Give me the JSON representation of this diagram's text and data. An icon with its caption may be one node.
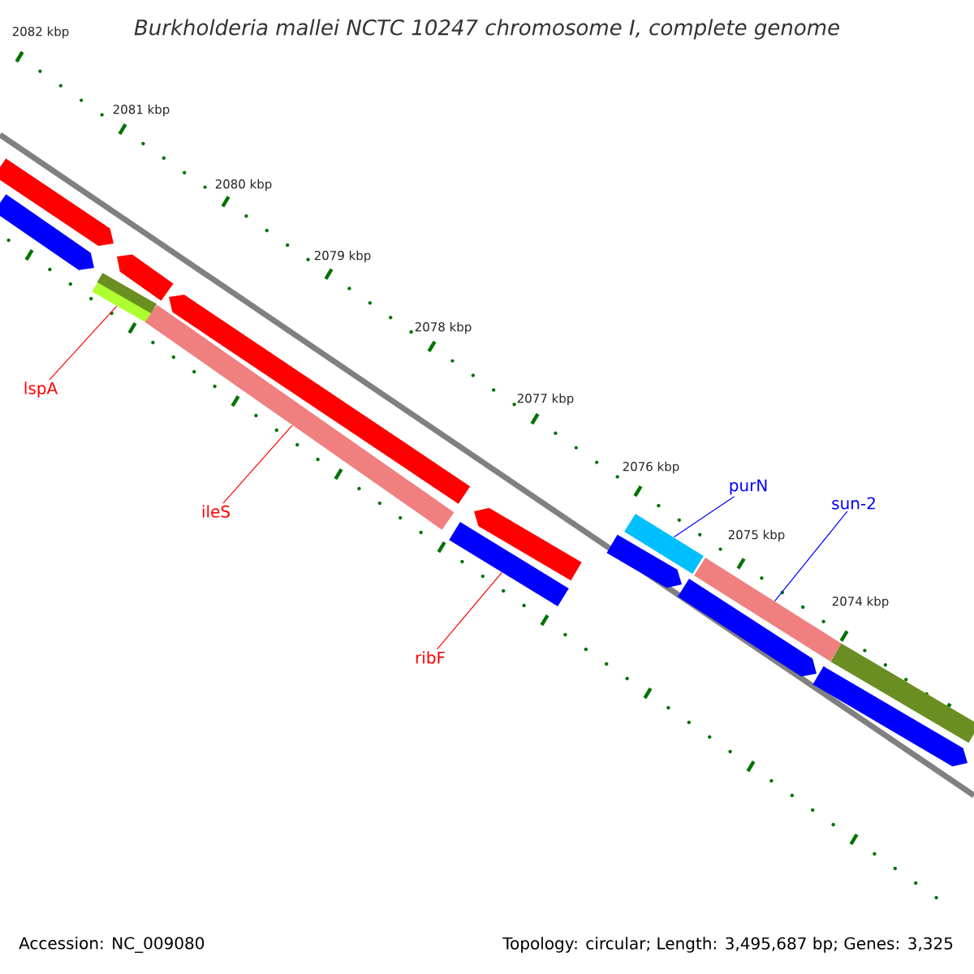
{
  "diagram": {
    "title": "Burkholderia mallei NCTC 10247 chromosome I, complete genome",
    "nodes": [
      {
        "text": [
          "lspA"
        ]
      },
      {
        "text": [
          "ileS"
        ]
      },
      {
        "text": [
          "ribF"
        ]
      },
      {
        "text": [
          "purN"
        ]
      },
      {
        "text": [
          "sun-2"
        ]
      },
      {
        "text": [],
        "shape": "bar"
      },
      {
        "text": [],
        "shape": "bar"
      },
      {
        "text": [],
        "shape": "bar"
      },
      {
        "text": [],
        "shape": "bar"
      },
      {
        "text": [],
        "shape": "bar"
      },
      {
        "text": [],
        "shape": "arrow"
      },
      {
        "text": [],
        "shape": "arrow"
      },
      {
        "text": [],
        "shape": "arrow"
      },
      {
        "text": [],
        "shape": "arrow"
      },
      {
        "text": [],
        "shape": "arrow"
      },
      {
        "text": [],
        "shape": "arrow"
      },
      {
        "text": [],
        "shape": "arrow"
      },
      {
        "text": [],
        "shape": "arrow"
      },
      {
        "text": [],
        "shape": "bar"
      }
    ],
    "edges": [
      {
        "from": 0,
        "to": 5,
        "arrow": "none"
      },
      {
        "from": 1,
        "to": 6,
        "arrow": "none"
      },
      {
        "from": 2,
        "to": 7,
        "arrow": "none"
      },
      {
        "from": 3,
        "to": 8,
        "arrow": "none",
        "color": "#0000ff"
      },
      {
        "from": 4,
        "to": 9,
        "arrow": "none",
        "color": "#0000ff"
      }
    ],
    "labels": [
      "2082 kbp",
      "2081 kbp",
      "2080 kbp",
      "2079 kbp",
      "2078 kbp",
      "2077 kbp",
      "2076 kbp",
      "2075 kbp",
      "2074 kbp",
      "Accession: NC_009080",
      "Topology: circular; Length: 3,495,687 bp; Genes: 3,325"
    ]
  }
}
